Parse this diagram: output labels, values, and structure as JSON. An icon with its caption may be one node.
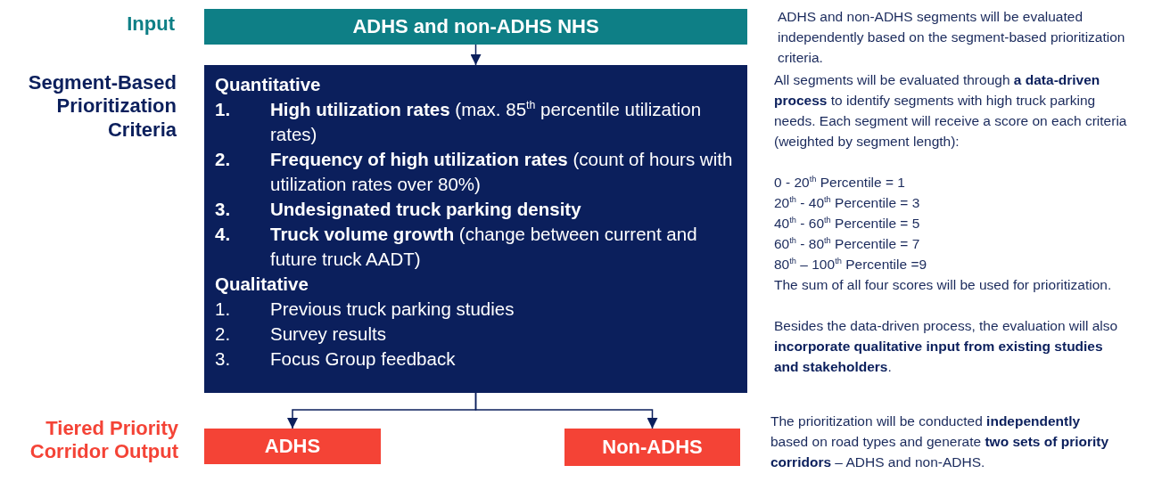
{
  "diagram": {
    "nodes": [
      {
        "text": [
          "ADHS and non-ADHS NHS"
        ]
      },
      {
        "text": [
          "Quantitative",
          "1. **High utilization rates** (max. 85$^{th}$ percentile utilization rates)",
          "2. **Frequency of high utilization rates** (count of hours with utilization rates over 80%)",
          "3. **Undesignated truck parking density**",
          "4. **Truck volume growth** (change between current and future truck AADT)",
          "Qualitative",
          "1. Previous truck parking studies",
          "2. Survey results",
          "3. Focus Group feedback"
        ]
      },
      {
        "text": [
          "ADHS"
        ]
      },
      {
        "text": [
          "Non-ADHS"
        ]
      }
    ],
    "edges": [
      {
        "from": 0,
        "to": 1,
        "arrow": "to"
      },
      {
        "from": 1,
        "to": 2,
        "arrow": "to"
      },
      {
        "from": 1,
        "to": 3,
        "arrow": "to"
      }
    ],
    "labels": [
      "Input",
      "ADHS and non-ADHS segments will be evaluated independently based on the segment-based prioritization criteria.",
      "Segment-Based Prioritization Criteria",
      "All segments will be evaluated through **a data-driven process** to identify segments with high truck parking needs. Each segment will receive a score on each criteria (weighted by segment length):",
      "0 - 20$^{th}$ Percentile = 1",
      "20$^{th}$ - 40$^{th}$ Percentile = 3",
      "40$^{th}$ - 60$^{th}$ Percentile = 5",
      "60$^{th}$ - 80$^{th}$ Percentile = 7",
      "80$^{th}$ – 100$^{th}$ Percentile =9",
      "The sum of all four scores will be used for prioritization.",
      "Besides the data-driven process, the evaluation will also **incorporate qualitative input from existing studies and stakeholders**.",
      "Tiered Priority Corridor Output",
      "The prioritization will be conducted **independently** based on road types and generate **two sets of priority corridors** – ADHS and non-ADHS."
    ]
  }
}
